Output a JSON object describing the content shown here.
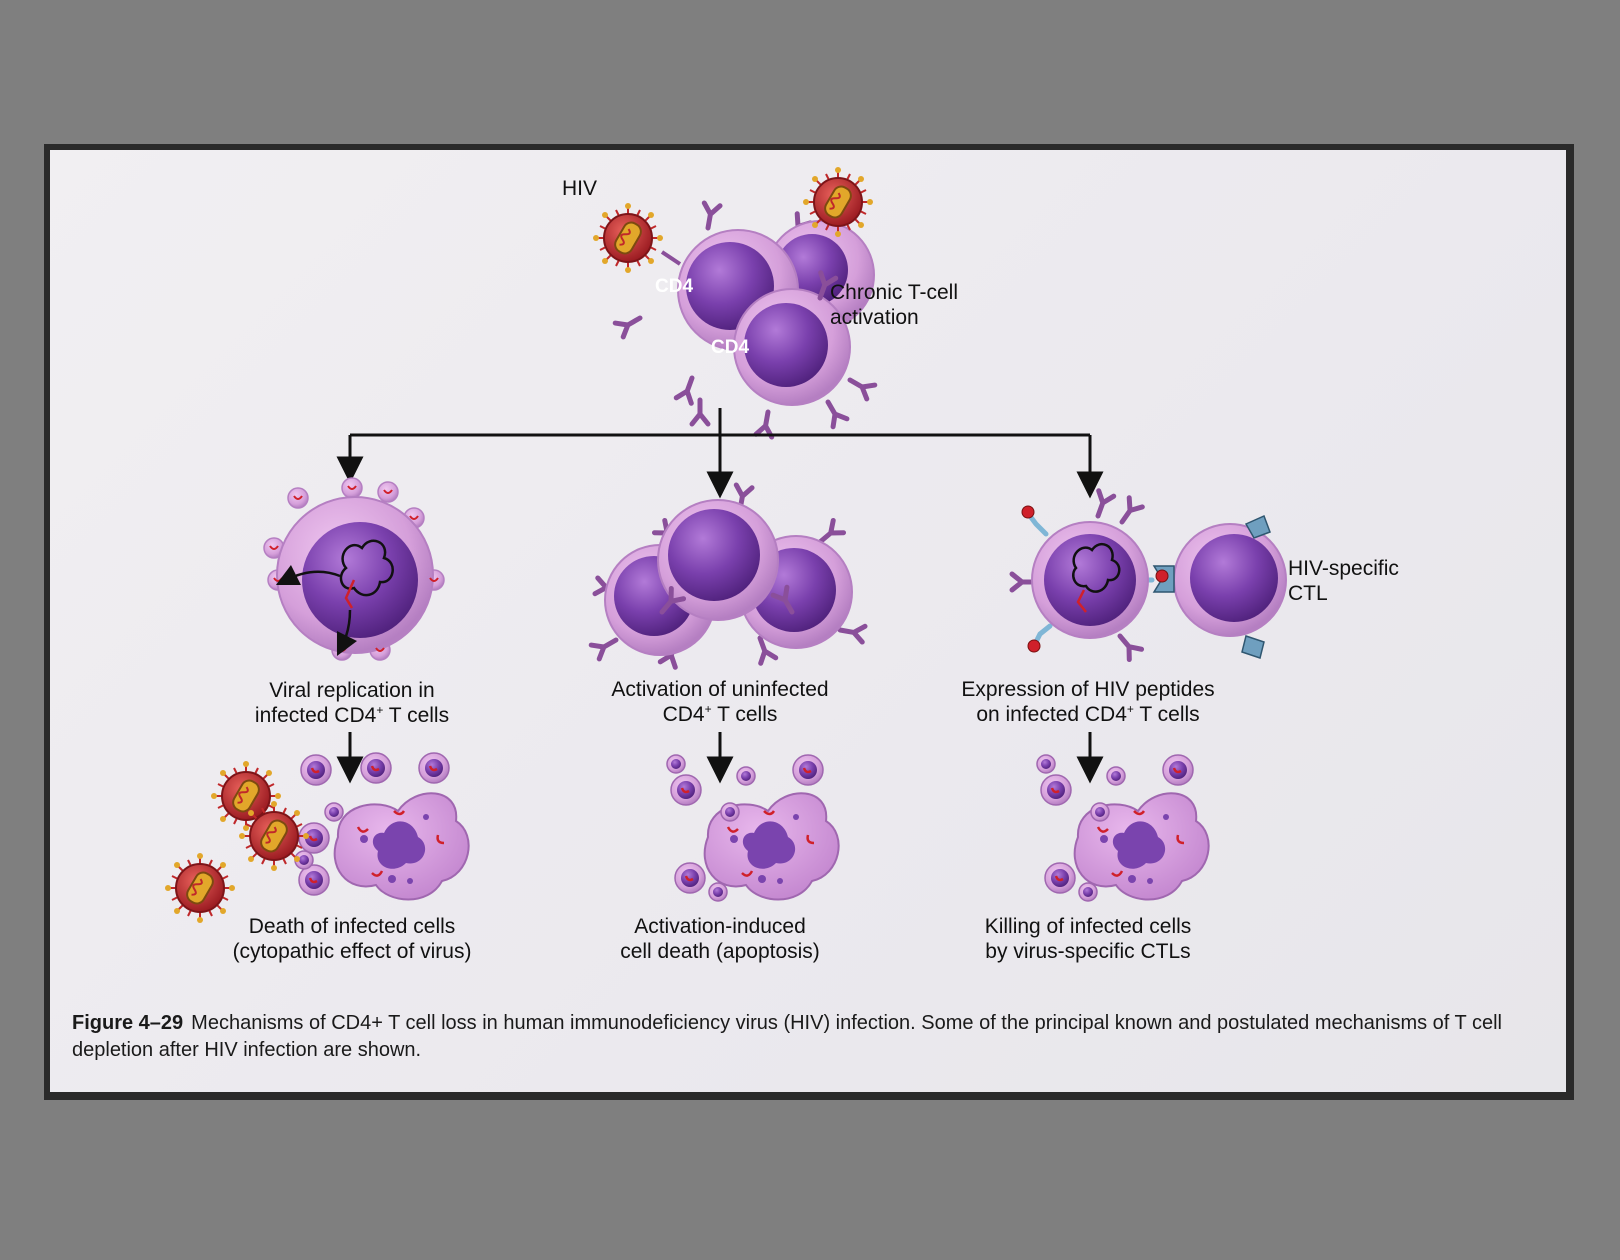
{
  "labels": {
    "hiv": "HIV",
    "cd4_a": "CD4",
    "cd4_b": "CD4",
    "chronic_line1": "Chronic T-cell",
    "chronic_line2": "activation",
    "viral_line1": "Viral replication in",
    "viral_line2_pre": "infected CD4",
    "viral_line2_sup": "+",
    "viral_line2_post": " T cells",
    "activation_line1": "Activation of uninfected",
    "activation_line2_pre": "CD4",
    "activation_line2_sup": "+",
    "activation_line2_post": " T cells",
    "expression_line1": "Expression of HIV peptides",
    "expression_line2_pre": "on infected CD4",
    "expression_line2_sup": "+",
    "expression_line2_post": " T cells",
    "ctl_line1": "HIV-specific",
    "ctl_line2": "CTL",
    "death_line1": "Death of infected cells",
    "death_line2": "(cytopathic effect of virus)",
    "aicd_line1": "Activation-induced",
    "aicd_line2": "cell death (apoptosis)",
    "killing_line1": "Killing of infected cells",
    "killing_line2": "by virus-specific CTLs"
  },
  "caption": {
    "figure_label": "Figure 4–29",
    "text": "Mechanisms of CD4+ T cell loss in human immunodeficiency virus (HIV) infection. Some of the principal known and postulated mechanisms of T cell depletion after HIV infection are shown."
  },
  "colors": {
    "cell_membrane": "#d7a4dc",
    "nucleus": "#7a3fae",
    "receptor": "#8a4f9a",
    "virus": "#c0282a",
    "virus_core": "#e2a72a",
    "arrow": "#111111",
    "peptide": "#d0202a",
    "mhc": "#7fb6d6"
  }
}
